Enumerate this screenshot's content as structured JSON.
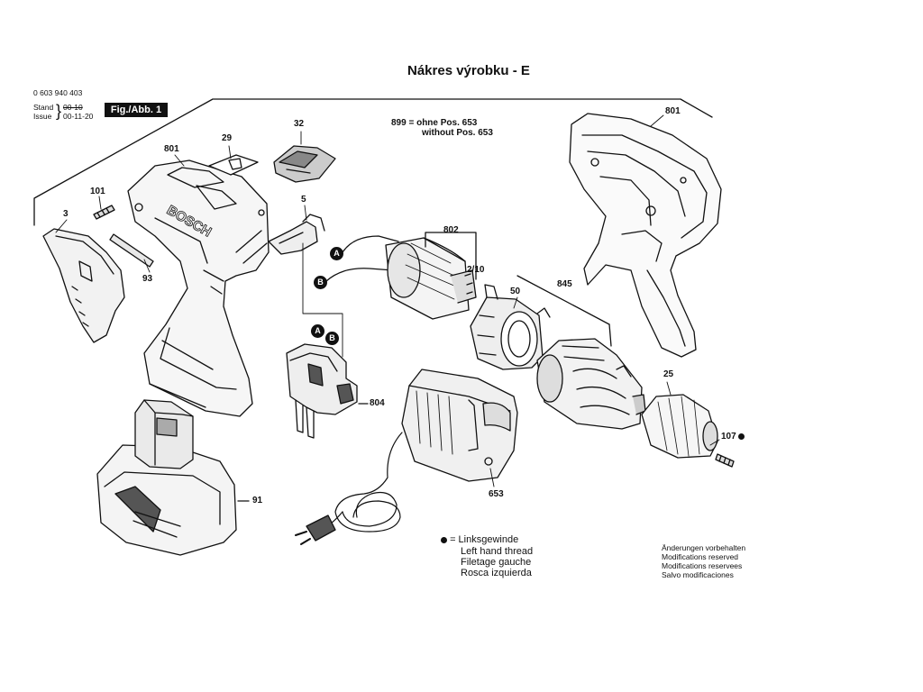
{
  "title": "Nákres výrobku - E",
  "doc": {
    "number": "0 603 940 403",
    "stand_label": "Stand",
    "issue_label": "Issue",
    "stand_value": "00-10",
    "issue_value": "00-11-20",
    "fig_label": "Fig./Abb. 1"
  },
  "note": {
    "line1": "899 = ohne Pos. 653",
    "line2": "without Pos. 653"
  },
  "connectors": [
    "A",
    "B"
  ],
  "legend": {
    "lines": [
      "= Linksgewinde",
      "Left hand thread",
      "Filetage gauche",
      "Rosca izquierda"
    ]
  },
  "modifications": [
    "Änderungen vorbehalten",
    "Modifications reserved",
    "Modifications reservees",
    "Salvo modificaciones"
  ],
  "brand": "BOSCH",
  "parts": {
    "p3": "3",
    "p101": "101",
    "p801a": "801",
    "p29": "29",
    "p32": "32",
    "p5": "5",
    "p93": "93",
    "p802": "802",
    "p210": "2/10",
    "p50": "50",
    "p845": "845",
    "p801b": "801",
    "p804": "804",
    "p25": "25",
    "p107": "107",
    "p653": "653",
    "p91": "91"
  }
}
